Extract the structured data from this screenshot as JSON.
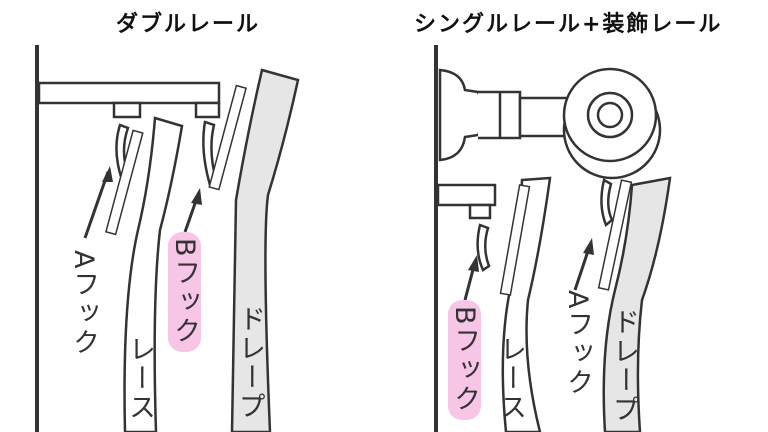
{
  "left_panel": {
    "title": "ダブルレール",
    "labels": {
      "a_hook": "Aフック",
      "lace": "レース",
      "b_hook": "Bフック",
      "drape": "ドレープ"
    }
  },
  "right_panel": {
    "title": "シングルレール+装飾レール",
    "labels": {
      "b_hook": "Bフック",
      "lace": "レース",
      "a_hook": "Aフック",
      "drape": "ドレープ"
    }
  },
  "colors": {
    "highlight": "#f7c6e6",
    "drape_fill": "#e6e6e6",
    "line": "#333333"
  }
}
